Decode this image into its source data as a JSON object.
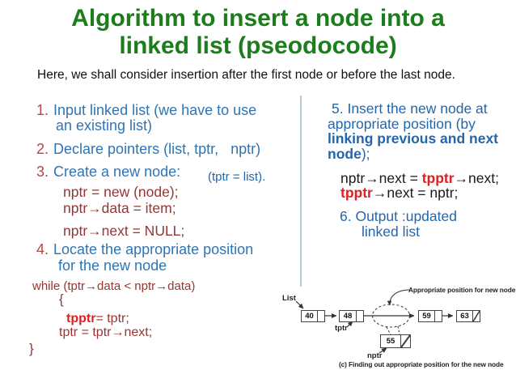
{
  "title": {
    "line1": "Algorithm to insert a node into a",
    "line2": "linked list (pseodocode)"
  },
  "subtitle": "Here, we shall consider insertion after the first node or before the last node.",
  "left_column": {
    "item1": {
      "num": "1.",
      "text": "Input linked list (we have to use",
      "text2": "an existing list)"
    },
    "item2": {
      "num": "2.",
      "text": "Declare pointers (list, tptr,   nptr)"
    },
    "item3": {
      "num": "3.",
      "text": "Create a new node:",
      "note": "(tptr = list)."
    },
    "code_lines": [
      "nptr = new (node);",
      "nptr→data = item;",
      "nptr→next = NULL;"
    ],
    "item4": {
      "num": "4.",
      "text": "Locate the appropriate position",
      "text2": "for the new node"
    },
    "while_line": "while (tptr→data < nptr→data)",
    "open_brace": "{",
    "assign1_red": "tpptr",
    "assign1_rest": "= tptr;",
    "assign2": "tptr = tptr→next;",
    "close_brace": "}"
  },
  "right_column": {
    "item5_prefix": "5. Insert the new node at appropriate position (by ",
    "item5_bold": "linking previous and next node",
    "item5_suffix": ");",
    "code1_pre": "nptr→next = ",
    "code1_red": "tpptr",
    "code1_post": "→next;",
    "code2_red": "tpptr",
    "code2_post": "→next = nptr;",
    "item6_line1": "6. Output :updated",
    "item6_line2": "linked list"
  },
  "diagram": {
    "list_label": "List",
    "tptr_label": "tptr",
    "nptr_label": "nptr",
    "annotation": "Appropriate position for new node",
    "caption": "(c) Finding out appropriate position for the new node",
    "node_values": [
      "40",
      "48",
      "59",
      "63"
    ],
    "new_node_value": "55"
  },
  "colors": {
    "title_green": "#1b7d1b",
    "body_blue": "#2e75b6",
    "number_red": "#bf4340",
    "code_maroon": "#943634",
    "highlight_red": "#e02020",
    "code_black": "#1a1a1a",
    "divider_blue": "#b5cad7"
  }
}
